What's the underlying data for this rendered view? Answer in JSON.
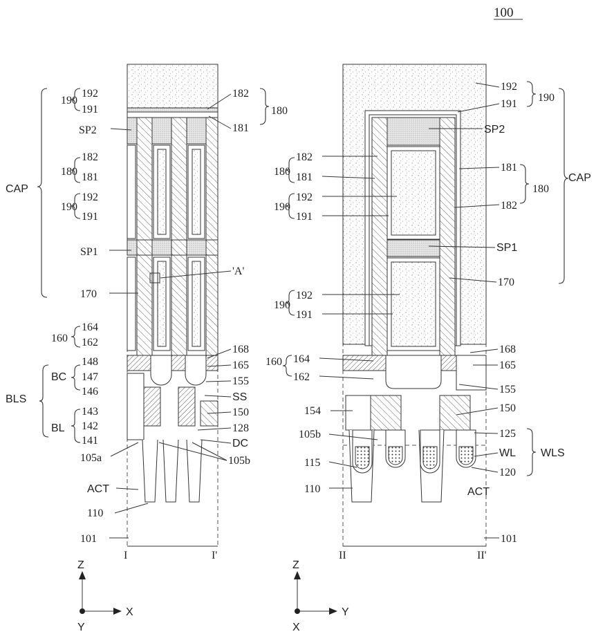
{
  "figure_number": "100",
  "left_view": {
    "labels": [
      "190",
      "192",
      "191",
      "SP2",
      "180",
      "182",
      "181",
      "CAP",
      "190",
      "192",
      "191",
      "SP1",
      "170",
      "160",
      "164",
      "162",
      "BC",
      "148",
      "147",
      "146",
      "BLS",
      "BL",
      "143",
      "142",
      "141",
      "105a",
      "ACT",
      "110",
      "101"
    ],
    "right_labels": [
      "182",
      "181",
      "180",
      "'A'",
      "168",
      "165",
      "155",
      "SS",
      "150",
      "128",
      "DC",
      "105b"
    ],
    "section_start": "I",
    "section_end": "I'",
    "axes": {
      "vertical": "Z",
      "horizontal": "X",
      "out": "Y"
    }
  },
  "right_view": {
    "left_labels": [
      "180",
      "182",
      "181",
      "190",
      "192",
      "191",
      "190",
      "192",
      "191",
      "160",
      "164",
      "162",
      "154",
      "105b",
      "115",
      "110"
    ],
    "right_labels": [
      "192",
      "191",
      "190",
      "SP2",
      "181",
      "180",
      "CAP",
      "182",
      "SP1",
      "170",
      "168",
      "165",
      "155",
      "150",
      "125",
      "WLS",
      "WL",
      "120",
      "ACT",
      "101"
    ],
    "section_start": "II",
    "section_end": "II'",
    "axes": {
      "vertical": "Z",
      "horizontal": "Y",
      "out": "X"
    }
  }
}
